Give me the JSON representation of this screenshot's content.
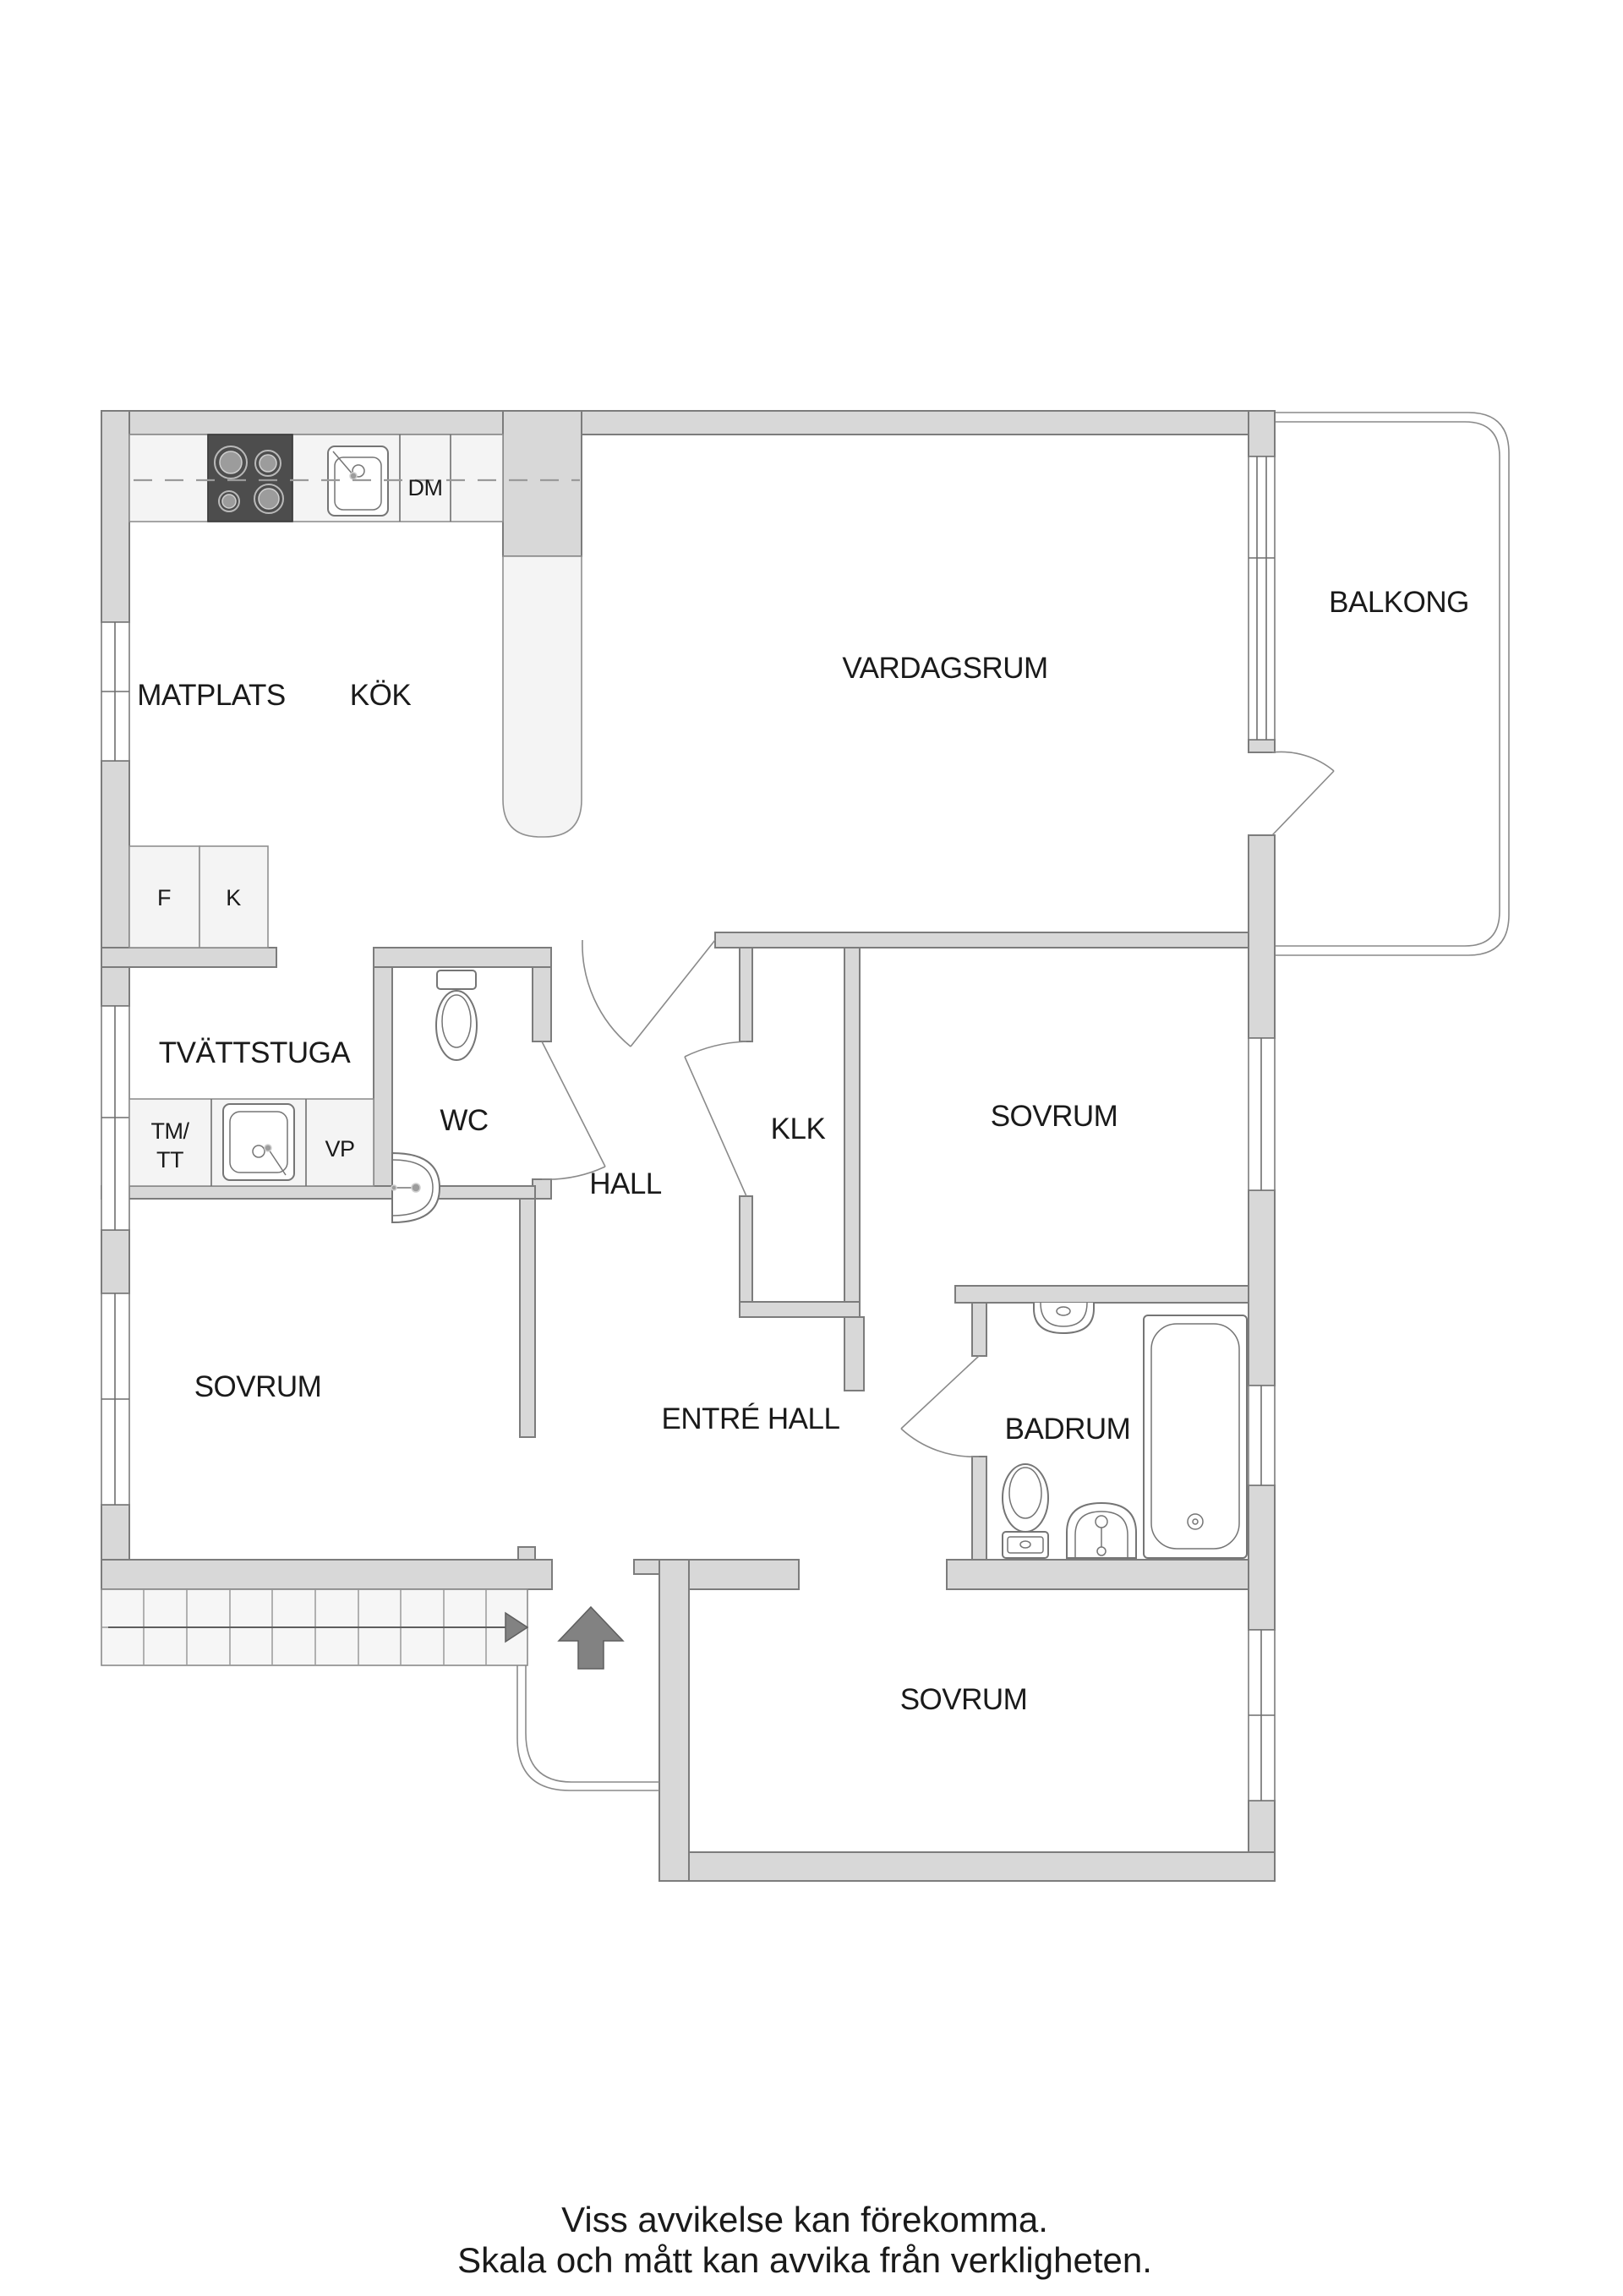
{
  "rooms": {
    "matplats": "MATPLATS",
    "kok": "KÖK",
    "vardagsrum": "VARDAGSRUM",
    "balkong": "BALKONG",
    "tvattstuga": "TVÄTTSTUGA",
    "wc": "WC",
    "hall": "HALL",
    "klk": "KLK",
    "sovrum_mid": "SOVRUM",
    "sovrum_left": "SOVRUM",
    "sovrum_bottom": "SOVRUM",
    "entre_hall": "ENTRÉ HALL",
    "badrum": "BADRUM"
  },
  "appliances": {
    "dm": "DM",
    "f": "F",
    "k": "K",
    "tm_tt_line1": "TM/",
    "tm_tt_line2": "TT",
    "vp": "VP"
  },
  "footer": {
    "line1": "Viss avvikelse kan förekomma.",
    "line2": "Skala och mått kan avvika från verkligheten."
  },
  "colors": {
    "wall_fill": "#d8d8d8",
    "wall_stroke": "#7c7c7c",
    "cabinet_fill": "#f4f4f4",
    "cabinet_stroke": "#8f8f8f",
    "fixture_stroke": "#757575",
    "stove_fill": "#4d4d4d",
    "burner_fill": "#9c9c9c",
    "arrow_fill": "#828282",
    "stairs_fill": "#f6f6f6",
    "dash_color": "#9a9a9a",
    "text_color": "#1a1a1a"
  }
}
